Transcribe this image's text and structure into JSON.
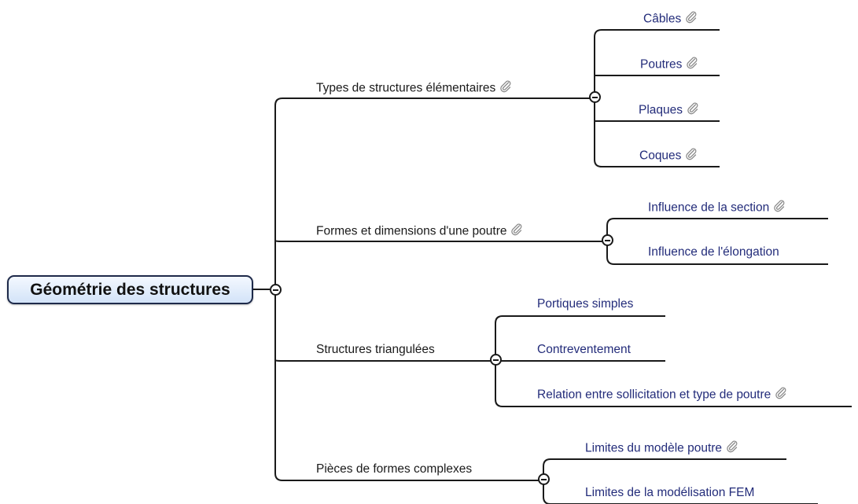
{
  "root": {
    "label": "Géométrie des structures"
  },
  "branches": [
    {
      "label": "Types de structures élémentaires",
      "attachment": true,
      "children": [
        {
          "label": "Câbles",
          "attachment": true
        },
        {
          "label": "Poutres",
          "attachment": true
        },
        {
          "label": "Plaques",
          "attachment": true
        },
        {
          "label": "Coques",
          "attachment": true
        }
      ]
    },
    {
      "label": "Formes et dimensions d'une poutre",
      "attachment": true,
      "children": [
        {
          "label": "Influence de la section",
          "attachment": true
        },
        {
          "label": "Influence de l'élongation",
          "attachment": false
        }
      ]
    },
    {
      "label": "Structures triangulées",
      "attachment": false,
      "children": [
        {
          "label": "Portiques simples",
          "attachment": false
        },
        {
          "label": "Contreventement",
          "attachment": false
        },
        {
          "label": "Relation entre sollicitation et type de poutre",
          "attachment": true
        }
      ]
    },
    {
      "label": "Pièces de formes complexes",
      "attachment": false,
      "children": [
        {
          "label": "Limites du modèle poutre",
          "attachment": true
        },
        {
          "label": "Limites de la modélisation FEM",
          "attachment": false
        }
      ]
    }
  ],
  "icons": {
    "attachment": "paperclip-icon",
    "collapse": "collapse-icon"
  },
  "colors": {
    "branch_text": "#1a1a1a",
    "leaf_text": "#232c7a",
    "line": "#1a1a1a",
    "root_fill": "#d3e3f8"
  }
}
